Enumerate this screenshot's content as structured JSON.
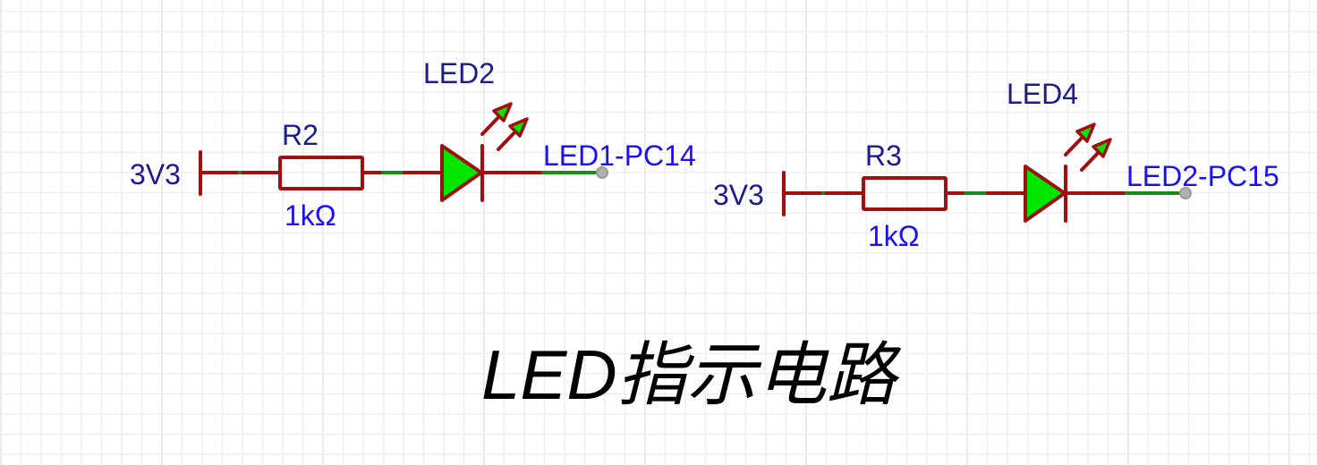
{
  "title": "LED指示电路",
  "colors": {
    "wire_component": "#a01010",
    "wire_net": "#1a8a1a",
    "led_fill": "#00e600",
    "pin": "#9a9a9a",
    "ref_text": "#1c1c8a",
    "value_text": "#1a10f0",
    "grid": "#eeeeee",
    "grid_major": "#e4e4e4"
  },
  "circuits": [
    {
      "power_label": "3V3",
      "resistor": {
        "ref": "R2",
        "value": "1kΩ"
      },
      "led": {
        "ref": "LED2"
      },
      "net_label": "LED1-PC14"
    },
    {
      "power_label": "3V3",
      "resistor": {
        "ref": "R3",
        "value": "1kΩ"
      },
      "led": {
        "ref": "LED4"
      },
      "net_label": "LED2-PC15"
    }
  ]
}
